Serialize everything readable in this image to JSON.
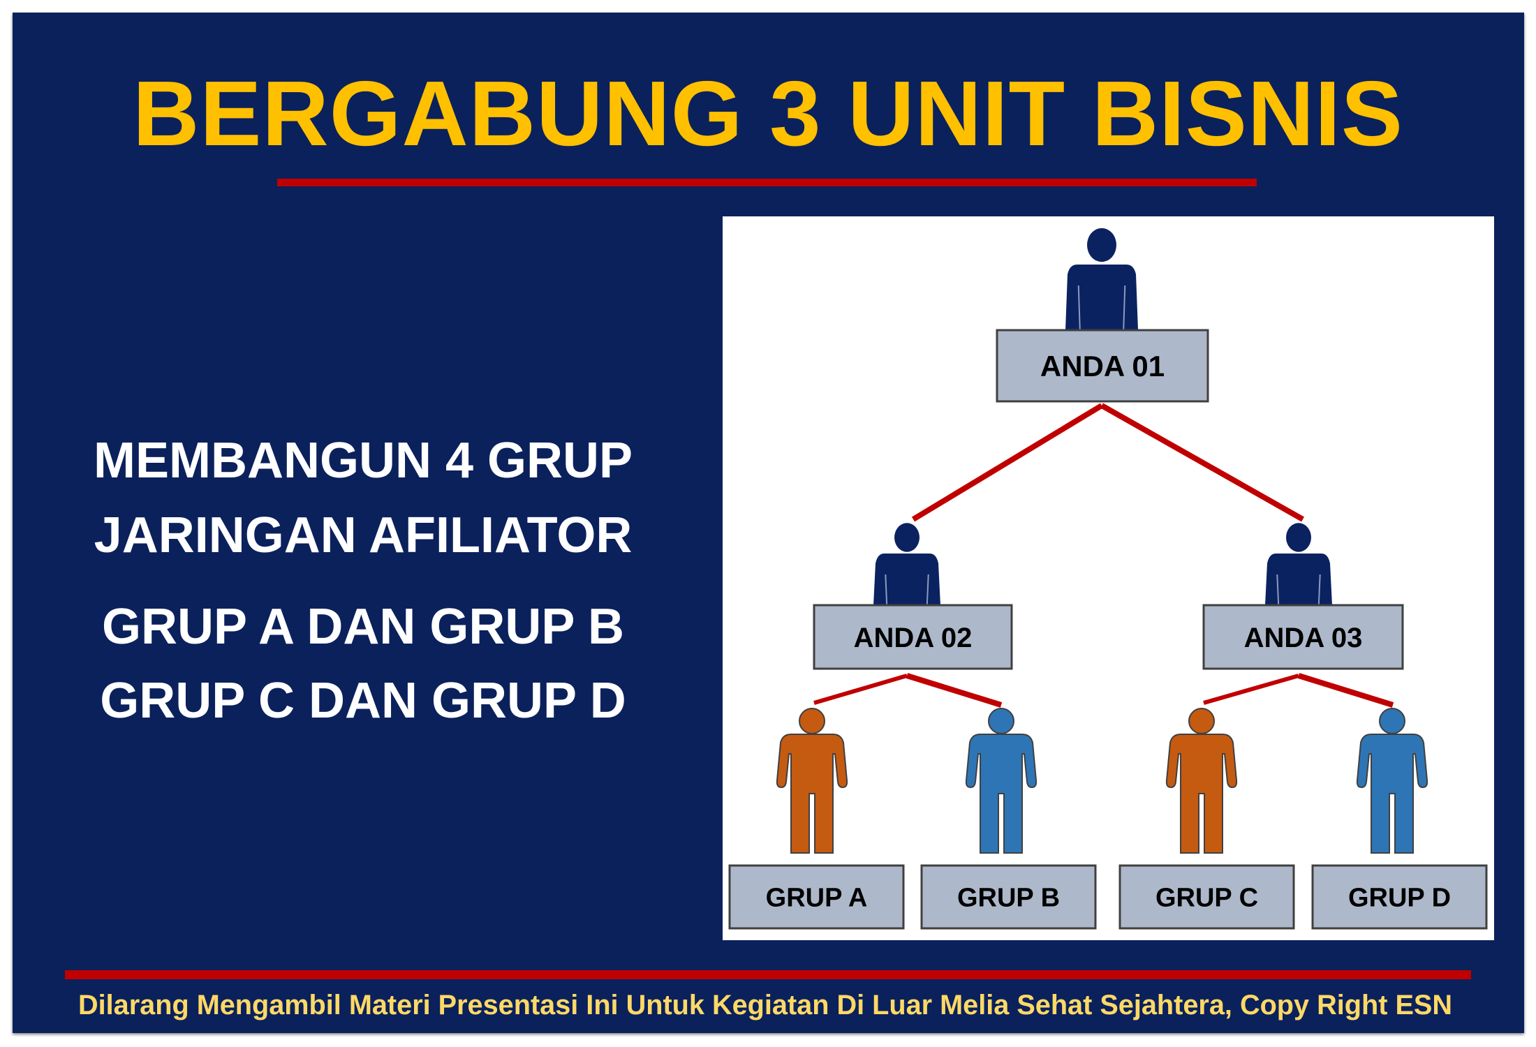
{
  "title": "BERGABUNG 3 UNIT BISNIS",
  "left_text": {
    "line1": "MEMBANGUN 4 GRUP",
    "line2": "JARINGAN AFILIATOR",
    "line3": "GRUP A DAN GRUP B",
    "line4": "GRUP C DAN GRUP D"
  },
  "diagram": {
    "top": {
      "label": "ANDA 01"
    },
    "mid": [
      {
        "label": "ANDA 02"
      },
      {
        "label": "ANDA 03"
      }
    ],
    "groups": [
      {
        "label": "GRUP A",
        "color": "#c55a11"
      },
      {
        "label": "GRUP B",
        "color": "#2e75b6"
      },
      {
        "label": "GRUP C",
        "color": "#c55a11"
      },
      {
        "label": "GRUP D",
        "color": "#2e75b6"
      }
    ],
    "leader_color": "#0b2260",
    "line_color": "#c00000",
    "box_color": "#adb9ca"
  },
  "footer": "Dilarang Mengambil Materi Presentasi Ini Untuk Kegiatan Di Luar Melia Sehat Sejahtera, Copy Right ESN"
}
